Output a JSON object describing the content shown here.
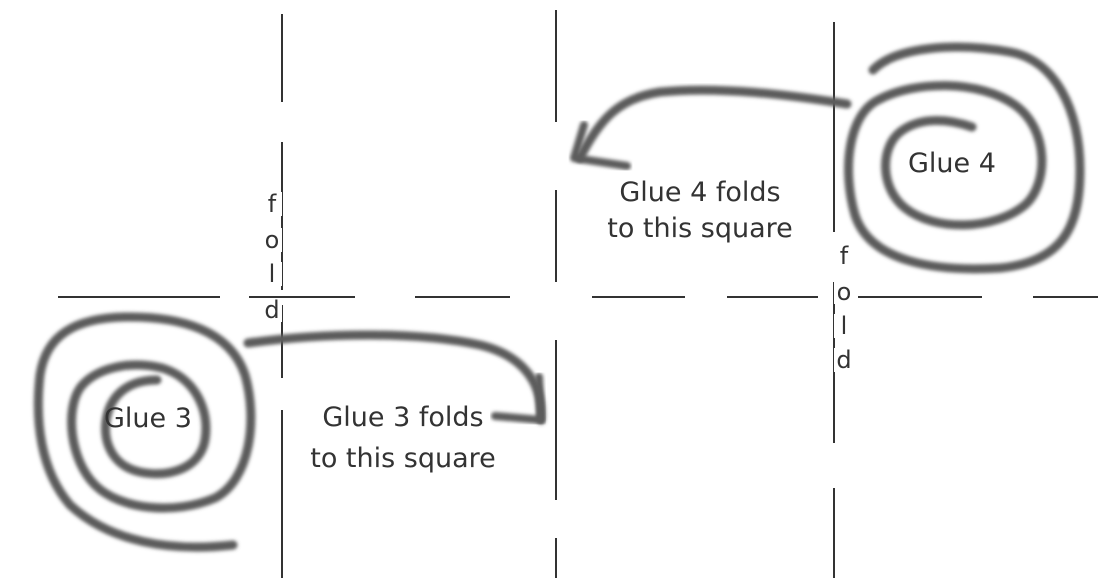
{
  "labels": {
    "glue3": "Glue 3",
    "glue4": "Glue 4",
    "glue3_note_line1": "Glue 3 folds",
    "glue3_note_line2": "to this square",
    "glue4_note_line1": "Glue 4 folds",
    "glue4_note_line2": "to this square"
  },
  "fold_left": [
    "f",
    "o",
    "l",
    "d"
  ],
  "fold_right": [
    "f",
    "o",
    "l",
    "d"
  ],
  "colors": {
    "line": "#333333",
    "spiral": "#5c5c5c",
    "text": "#333333"
  }
}
